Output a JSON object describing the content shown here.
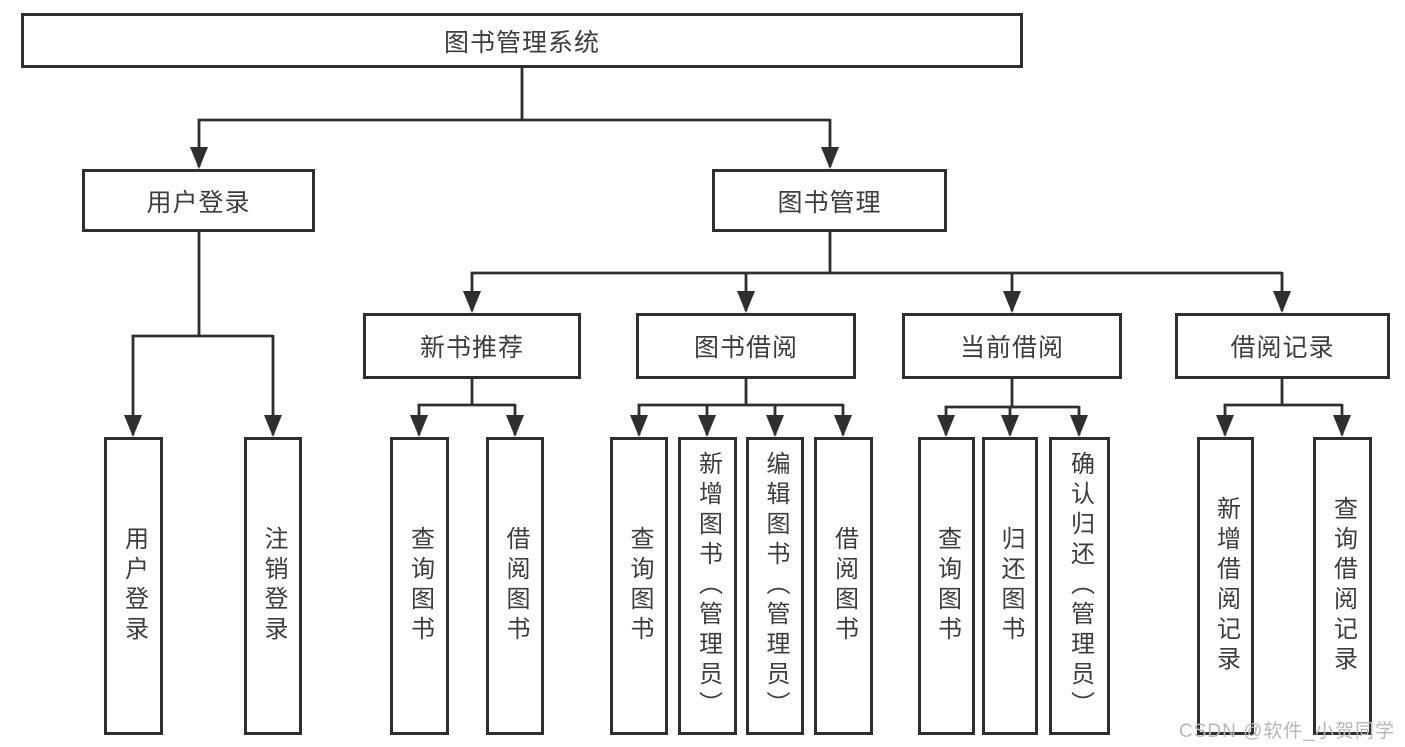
{
  "diagram": {
    "type": "tree",
    "root": {
      "label": "图书管理系统"
    },
    "level2": [
      {
        "label": "用户登录"
      },
      {
        "label": "图书管理"
      }
    ],
    "level3": [
      {
        "label": "新书推荐"
      },
      {
        "label": "图书借阅"
      },
      {
        "label": "当前借阅"
      },
      {
        "label": "借阅记录"
      }
    ],
    "groups": {
      "user_login": [
        {
          "label": "用户登录"
        },
        {
          "label": "注销登录"
        }
      ],
      "new_book": [
        {
          "label": "查询图书"
        },
        {
          "label": "借阅图书"
        }
      ],
      "book_borrow": [
        {
          "label": "查询图书"
        },
        {
          "label": "新增图书（管理员）"
        },
        {
          "label": "编辑图书（管理员）"
        },
        {
          "label": "借阅图书"
        }
      ],
      "current_borrow": [
        {
          "label": "查询图书"
        },
        {
          "label": "归还图书"
        },
        {
          "label": "确认归还（管理员）"
        }
      ],
      "borrow_record": [
        {
          "label": "新增借阅记录"
        },
        {
          "label": "查询借阅记录"
        }
      ]
    },
    "watermark": "CSDN @软件_小贺同学",
    "colors": {
      "line": "#2f2f2f",
      "border": "#2f2f2f",
      "text": "#3d3d3d",
      "watermark": "#b7b7bb",
      "background": "#ffffff"
    }
  }
}
